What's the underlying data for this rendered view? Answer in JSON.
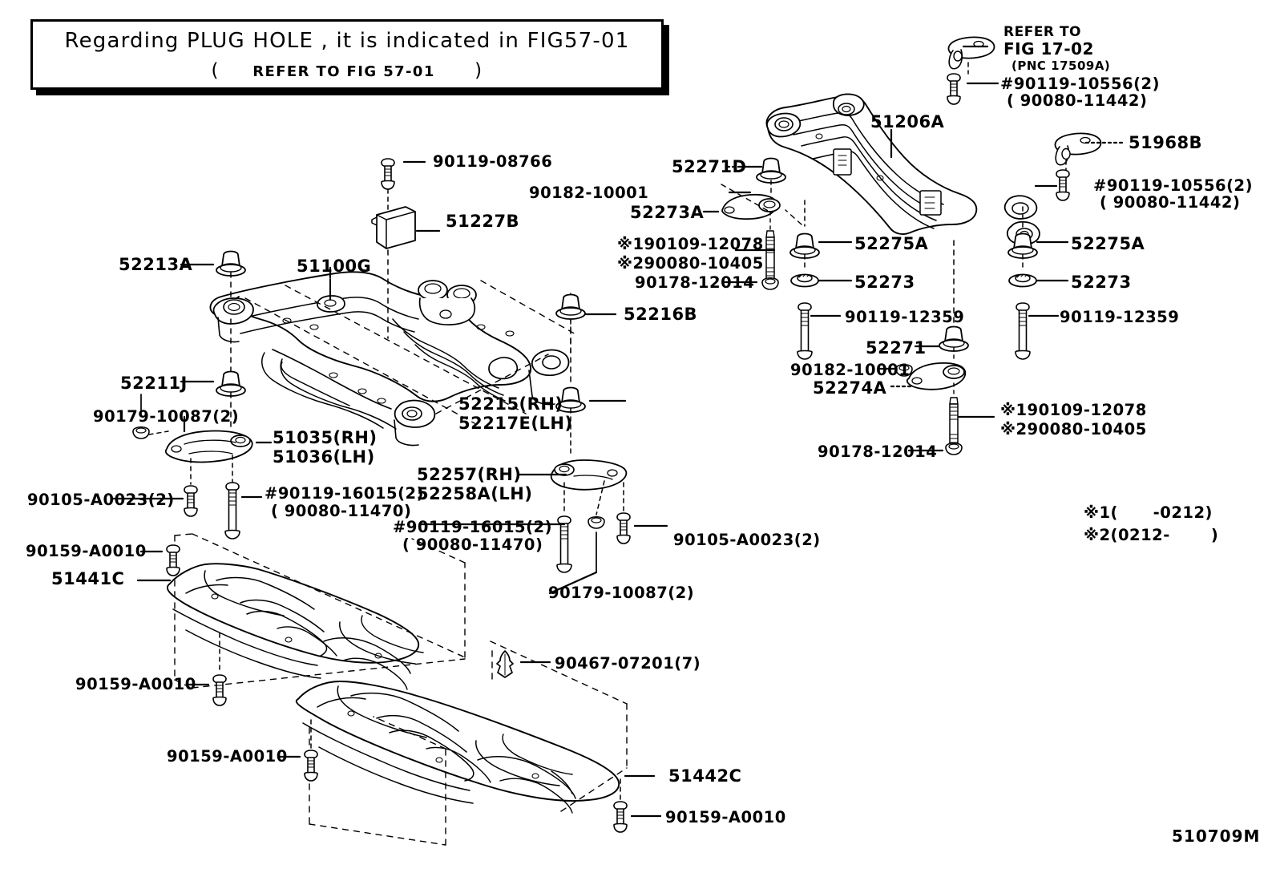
{
  "figure": {
    "id": "510709M",
    "note_box": {
      "line1": "Regarding PLUG HOLE , it is indicated in FIG57-01",
      "line2_open": "(",
      "line2_text": "REFER TO FIG 57-01",
      "line2_close": ")"
    },
    "footnotes": [
      {
        "mark": "※1",
        "text": "(      -0212)"
      },
      {
        "mark": "※2",
        "text": "(0212-       )"
      }
    ]
  },
  "labels": {
    "refer_fig17": {
      "l1": "REFER TO",
      "l2": "FIG 17-02",
      "l3": "(PNC 17509A)"
    },
    "bolt_10556_top": {
      "l1": "#90119-10556(2)",
      "l2": "( 90080-11442)"
    },
    "bolt_10556_right": {
      "l1": "#90119-10556(2)",
      "l2": "( 90080-11442)"
    },
    "p_51968B": "51968B",
    "p_51206A": "51206A",
    "p_52271D": "52271D",
    "p_90182_10001_top": "90182-10001",
    "p_52273A": "52273A",
    "kome1_90109_12078_top": {
      "mark": "※1",
      "text": "90109-12078"
    },
    "kome2_90080_10405_top": {
      "mark": "※2",
      "text": "90080-10405"
    },
    "p_90178_12014_top": "90178-12014",
    "p_52275A_left": "52275A",
    "p_52273_left": "52273",
    "p_90119_12359_left": "90119-12359",
    "p_52275A_right": "52275A",
    "p_52273_right": "52273",
    "p_90119_12359_right": "90119-12359",
    "p_52271": "52271",
    "p_90182_10001_bottom": "90182-10001",
    "p_52274A": "52274A",
    "kome1_90109_12078_bottom": {
      "mark": "※1",
      "text": "90109-12078"
    },
    "kome2_90080_10405_bottom": {
      "mark": "※2",
      "text": "90080-10405"
    },
    "p_90178_12014_bottom": "90178-12014",
    "p_90119_08766": "90119-08766",
    "p_51227B": "51227B",
    "p_52213A": "52213A",
    "p_51100G": "51100G",
    "p_52216B": "52216B",
    "p_52211J": "52211J",
    "p_90179_10087_left": "90179-10087(2)",
    "p_51035_51036": {
      "l1": "51035(RH)",
      "l2": "51036(LH)"
    },
    "p_90105_A0023_left": "90105-A0023(2)",
    "bolt_16015_left": {
      "l1": "#90119-16015(2)",
      "l2": "( 90080-11470)"
    },
    "p_52215_52217E": {
      "l1": "52215(RH)",
      "l2": "52217E(LH)"
    },
    "p_52257_52258A": {
      "l1": "52257(RH)",
      "l2": "52258A(LH)"
    },
    "bolt_16015_center": {
      "l1": "#90119-16015(2)",
      "l2": "( 90080-11470)"
    },
    "p_90105_A0023_center": "90105-A0023(2)",
    "p_90179_10087_center": "90179-10087(2)",
    "p_90159_A0010_1": "90159-A0010",
    "p_51441C": "51441C",
    "p_90159_A0010_2": "90159-A0010",
    "p_90467_07201": "90467-07201(7)",
    "p_90159_A0010_3": "90159-A0010",
    "p_51442C": "51442C",
    "p_90159_A0010_4": "90159-A0010"
  }
}
